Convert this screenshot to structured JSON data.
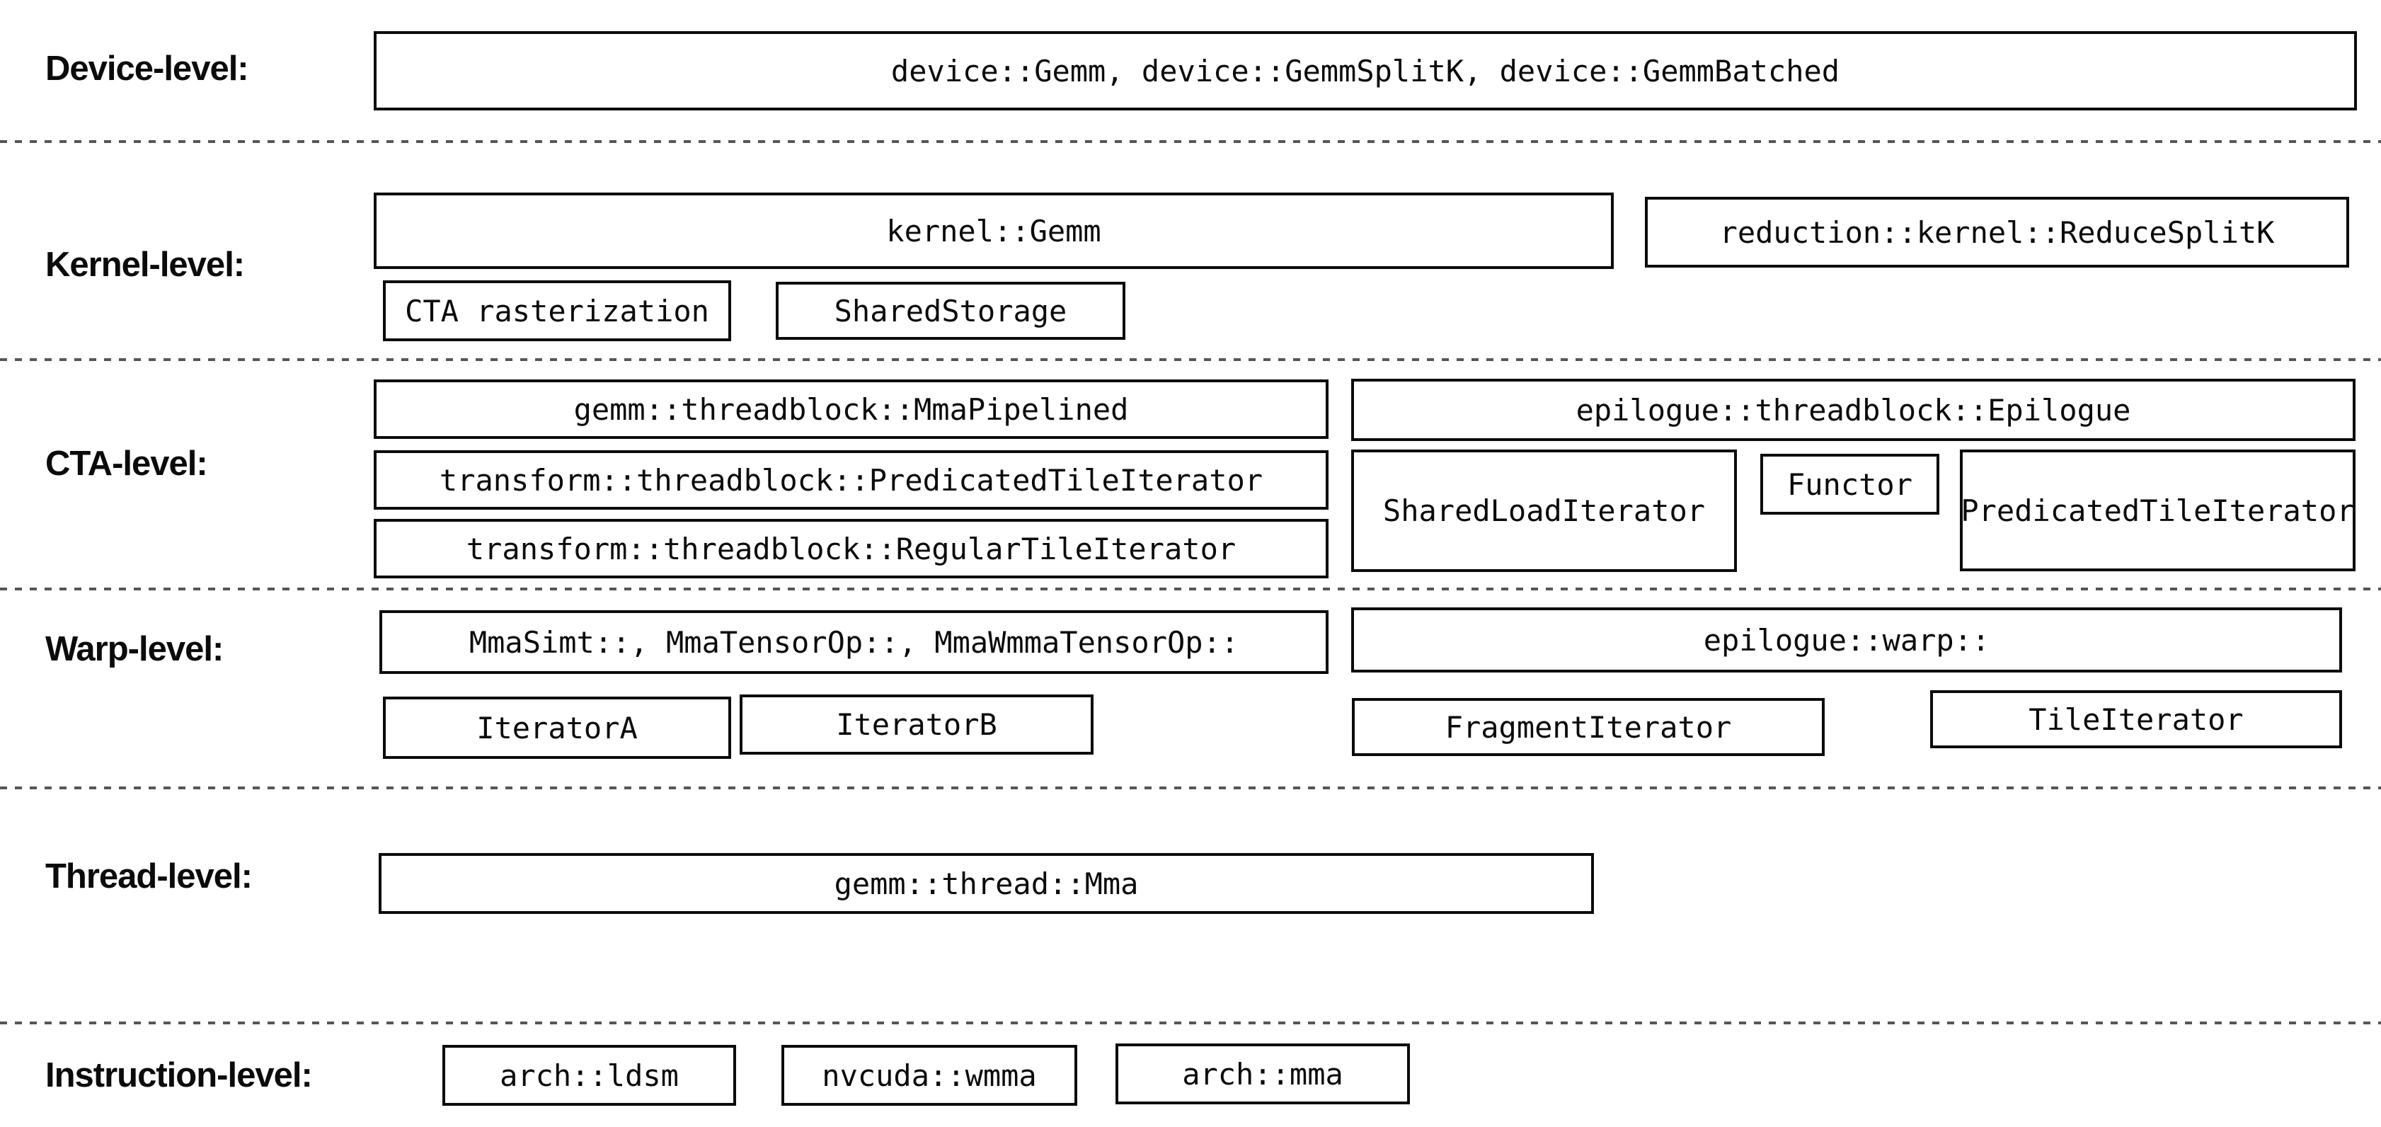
{
  "colors": {
    "background": "#ffffff",
    "box_border": "#0b0b0b",
    "text": "#0b0b0b",
    "separator_dash": "#565656"
  },
  "levels": {
    "device": {
      "label": "Device-level:"
    },
    "kernel": {
      "label": "Kernel-level:"
    },
    "cta": {
      "label": "CTA-level:"
    },
    "warp": {
      "label": "Warp-level:"
    },
    "thread": {
      "label": "Thread-level:"
    },
    "instruction": {
      "label": "Instruction-level:"
    }
  },
  "boxes": {
    "device_gemm": "device::Gemm, device::GemmSplitK, device::GemmBatched",
    "kernel_gemm": "kernel::Gemm",
    "reduce_splitk": "reduction::kernel::ReduceSplitK",
    "cta_rasterization": "CTA rasterization",
    "shared_storage": "SharedStorage",
    "mma_pipelined": "gemm::threadblock::MmaPipelined",
    "epilogue": "epilogue::threadblock::Epilogue",
    "predicated_tile_iterator": "transform::threadblock::PredicatedTileIterator",
    "regular_tile_iterator": "transform::threadblock::RegularTileIterator",
    "shared_load_iterator": "SharedLoadIterator",
    "functor": "Functor",
    "epilogue_predicated_tile_iterator": "PredicatedTileIterator",
    "warp_mma": "MmaSimt::, MmaTensorOp::, MmaWmmaTensorOp::",
    "epilogue_warp": "epilogue::warp::",
    "iterator_a": "IteratorA",
    "iterator_b": "IteratorB",
    "fragment_iterator": "FragmentIterator",
    "tile_iterator": "TileIterator",
    "thread_mma": "gemm::thread::Mma",
    "arch_ldsm": "arch::ldsm",
    "nvcuda_wmma": "nvcuda::wmma",
    "arch_mma": "arch::mma"
  }
}
